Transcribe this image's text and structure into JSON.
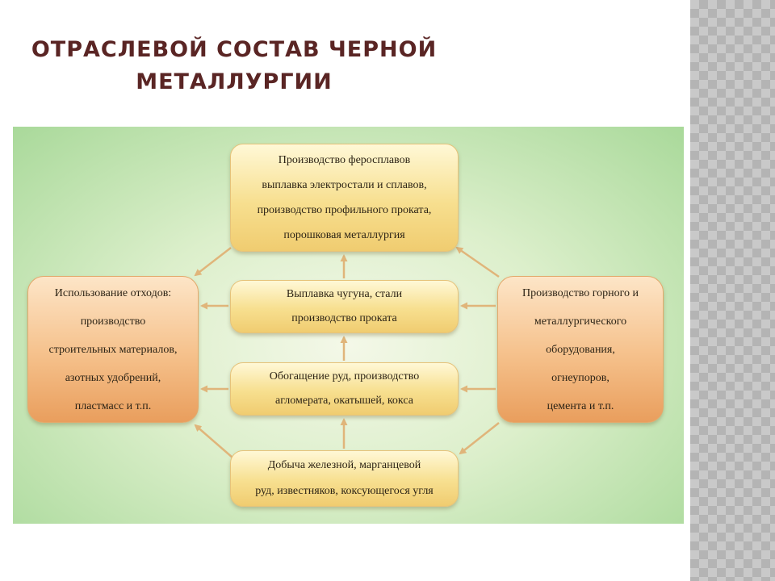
{
  "title": {
    "line1": "ОТРАСЛЕВОЙ СОСТАВ ЧЕРНОЙ",
    "line2": "МЕТАЛЛУРГИИ"
  },
  "diagram": {
    "top_box": [
      "Производство феросплавов",
      "выплавка электростали и сплавов,",
      "производство профильного проката,",
      "порошковая металлургия"
    ],
    "mid1_box": [
      "Выплавка чугуна, стали",
      "производство проката"
    ],
    "mid2_box": [
      "Обогащение руд, производство",
      "агломерата, окатышей, кокса"
    ],
    "bottom_box": [
      "Добыча железной, марганцевой",
      "руд, известняков, коксующегося угля"
    ],
    "left_box": [
      "Использование отходов:",
      "производство",
      "строительных материалов,",
      "азотных удобрений,",
      "пластмасс и т.п."
    ],
    "right_box": [
      "Производство горного и",
      "металлургического",
      "оборудования,",
      "огнеупоров,",
      "цемента и т.п."
    ]
  },
  "colors": {
    "title": "#5a2524",
    "arrow": "#e0b57a",
    "box_yellow": "#f7df8f",
    "box_orange": "#f5c08a",
    "background_green": "#a9d99a"
  }
}
